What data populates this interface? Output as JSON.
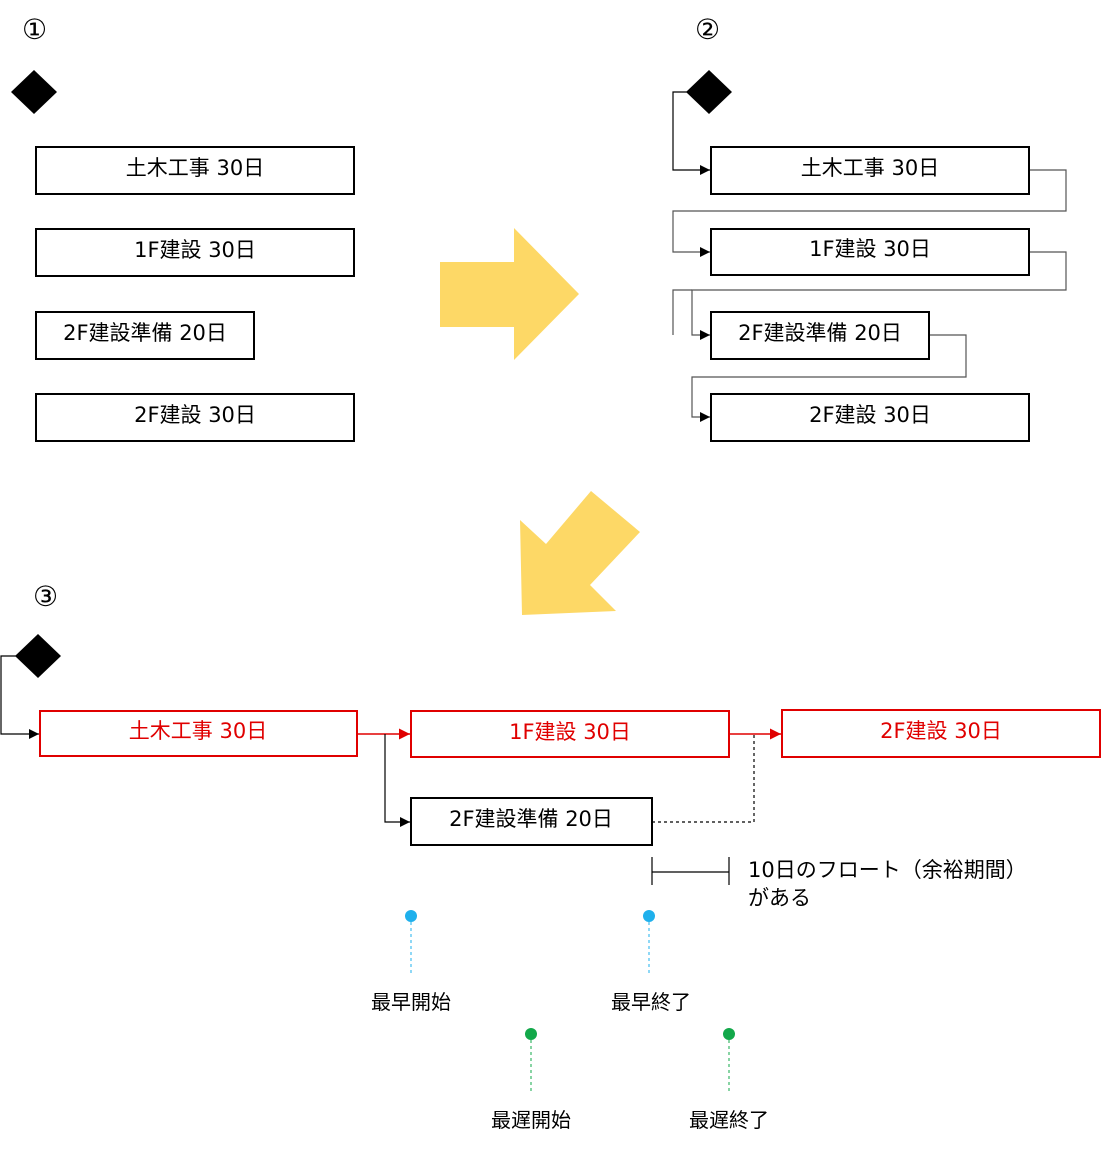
{
  "steps": {
    "step1": "①",
    "step2": "②",
    "step3": "③"
  },
  "tasks": {
    "civil": "土木工事 30日",
    "f1": "1F建設 30日",
    "f2prep": "2F建設準備 20日",
    "f2": "2F建設 30日"
  },
  "float_note": {
    "line1": "10日のフロート（余裕期間）",
    "line2": "がある"
  },
  "markers": {
    "early_start": "最早開始",
    "early_finish": "最早終了",
    "late_start": "最遅開始",
    "late_finish": "最遅終了"
  },
  "colors": {
    "critical": "#e00000",
    "normal": "#000000",
    "arrow_fill": "#fdd866",
    "early_dot": "#1fb0ec",
    "late_dot": "#12a84a"
  }
}
